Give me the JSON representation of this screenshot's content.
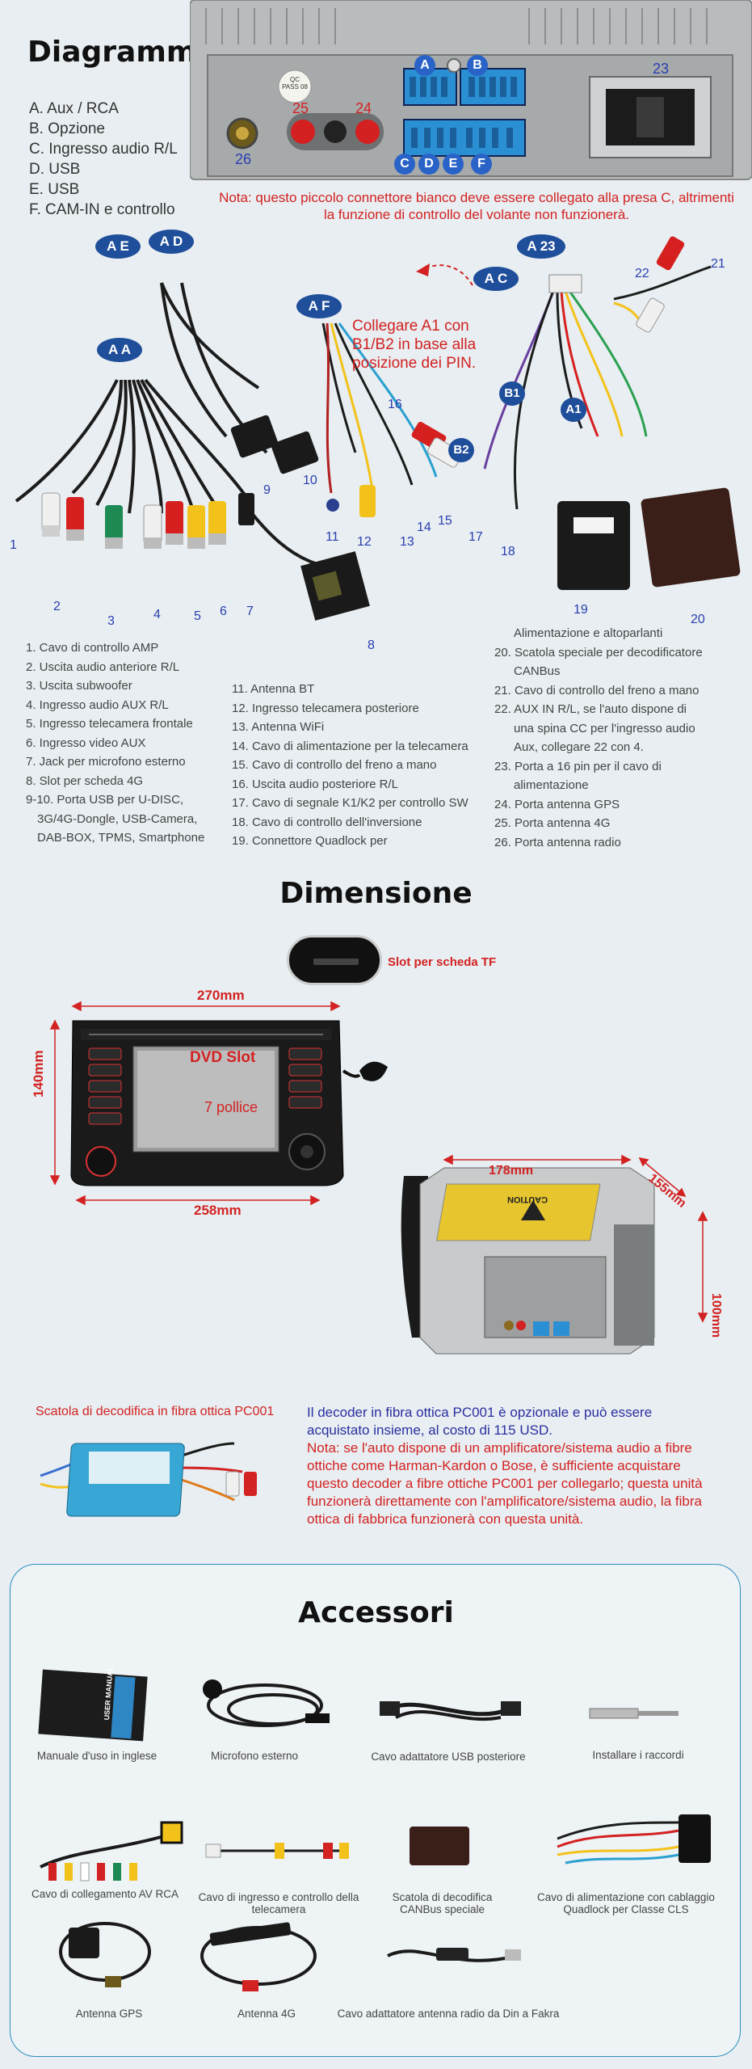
{
  "diagram": {
    "title": "Diagramma",
    "legend": [
      "A. Aux / RCA",
      "B. Opzione",
      "C. Ingresso audio R/L",
      "D. USB",
      "E. USB",
      "F. CAM-IN e controllo"
    ],
    "note": "Nota: questo piccolo connettore bianco deve essere collegato alla presa C, altrimenti la funzione di controllo del volante non funzionerà.",
    "pin_note": "Collegare A1 con B1/B2 in base alla posizione dei PIN.",
    "port_labels": {
      "A": "A",
      "B": "B",
      "C": "C",
      "D": "D",
      "E": "E",
      "F": "F",
      "p23": "23",
      "p24": "24",
      "p25": "25",
      "p26": "26",
      "qc": "QC PASS 08"
    },
    "badges": {
      "AE": "A E",
      "AD": "A D",
      "AA": "A A",
      "AF": "A F",
      "AC": "A C",
      "A23": "A 23",
      "B1": "B1",
      "B2": "B2",
      "A1": "A1"
    },
    "cable_numbers": [
      "1",
      "2",
      "3",
      "4",
      "5",
      "6",
      "7",
      "8",
      "9",
      "10",
      "11",
      "12",
      "13",
      "14",
      "15",
      "16",
      "17",
      "18",
      "19",
      "20",
      "21",
      "22"
    ],
    "list_col1": [
      "1. Cavo di controllo AMP",
      "2. Uscita audio anteriore R/L",
      "3. Uscita subwoofer",
      "4. Ingresso audio AUX R/L",
      "5. Ingresso telecamera frontale",
      "6. Ingresso video AUX",
      "7. Jack per microfono esterno",
      "8. Slot per scheda 4G",
      "9-10. Porta USB per U-DISC,",
      "3G/4G-Dongle, USB-Camera,",
      "DAB-BOX, TPMS, Smartphone"
    ],
    "list_col2": [
      "11. Antenna BT",
      "12. Ingresso telecamera posteriore",
      "13. Antenna WiFi",
      "14. Cavo di alimentazione per la telecamera",
      "15. Cavo di controllo del freno a mano",
      "16. Uscita audio posteriore R/L",
      "17. Cavo di segnale K1/K2 per controllo SW",
      "18. Cavo di controllo dell'inversione",
      "19. Connettore Quadlock per"
    ],
    "list_col3": [
      "Alimentazione e altoparlanti",
      "20. Scatola speciale per decodificatore",
      "CANBus",
      "21. Cavo di controllo del freno a mano",
      "22. AUX IN R/L, se l'auto dispone di",
      "una spina CC per l'ingresso audio",
      "Aux, collegare 22 con 4.",
      "23. Porta a 16 pin per il cavo di",
      "alimentazione",
      "24. Porta antenna GPS",
      "25. Porta antenna 4G",
      "26. Porta antenna radio"
    ]
  },
  "dimension": {
    "title": "Dimensione",
    "slot_label": "Slot per scheda TF",
    "width_top": "270mm",
    "height": "140mm",
    "width_bottom": "258mm",
    "dvd_slot": "DVD Slot",
    "screen": "7 pollice",
    "back_width": "178mm",
    "depth": "155mm",
    "back_height": "100mm",
    "caution": "CAUTION"
  },
  "decoder": {
    "label": "Scatola di decodifica in fibra ottica PC001",
    "info": "Il decoder in fibra ottica PC001 è opzionale e può essere acquistato insieme, al costo di 115 USD.",
    "note": "Nota: se l'auto dispone di un amplificatore/sistema audio a fibre ottiche come Harman-Kardon o Bose, è sufficiente acquistare questo decoder a fibre ottiche PC001 per collegarlo; questa unità funzionerà direttamente con l'amplificatore/sistema audio, la fibra ottica di fabbrica funzionerà con questa unità."
  },
  "accessories": {
    "title": "Accessori",
    "manual_tag": "USER MANUAL",
    "items": [
      "Manuale d'uso in inglese",
      "Microfono esterno",
      "Cavo adattatore USB posteriore",
      "Installare i raccordi",
      "Cavo di collegamento AV RCA",
      "Cavo di ingresso e controllo della telecamera",
      "Scatola di decodifica CANBus speciale",
      "Cavo di alimentazione con cablaggio Quadlock per Classe CLS",
      "Antenna GPS",
      "Antenna 4G",
      "Cavo adattatore antenna radio da Din a Fakra"
    ]
  },
  "colors": {
    "accent_red": "#d32222",
    "accent_blue": "#2a2fa0",
    "badge": "#1f4e9a",
    "panel_border": "#2b8fbf"
  }
}
